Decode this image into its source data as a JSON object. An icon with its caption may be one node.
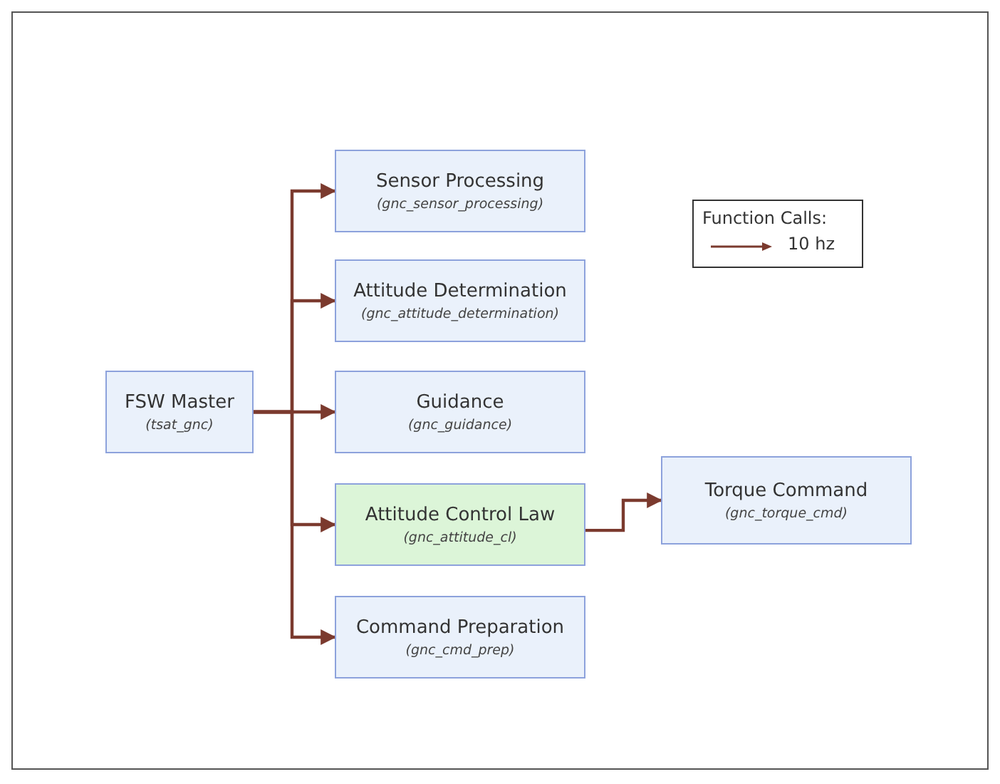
{
  "diagram": {
    "nodes": [
      {
        "text": [
          "FSW Master",
          "(tsat_gnc)"
        ]
      },
      {
        "text": [
          "Sensor Processing",
          "(gnc_sensor_processing)"
        ]
      },
      {
        "text": [
          "Attitude Determination",
          "(gnc_attitude_determination)"
        ]
      },
      {
        "text": [
          "Guidance",
          "(gnc_guidance)"
        ]
      },
      {
        "text": [
          "Attitude Control Law",
          "(gnc_attitude_cl)"
        ]
      },
      {
        "text": [
          "Command Preparation",
          "(gnc_cmd_prep)"
        ]
      },
      {
        "text": [
          "Torque Command",
          "(gnc_torque_cmd)"
        ]
      }
    ],
    "edges": [
      {
        "from": 0,
        "to": 1,
        "arrow": "to"
      },
      {
        "from": 0,
        "to": 2,
        "arrow": "to"
      },
      {
        "from": 0,
        "to": 3,
        "arrow": "to"
      },
      {
        "from": 0,
        "to": 4,
        "arrow": "to"
      },
      {
        "from": 0,
        "to": 5,
        "arrow": "to"
      },
      {
        "from": 4,
        "to": 6,
        "arrow": "to"
      }
    ],
    "labels": [
      "Function Calls:"
    ],
    "legend": [
      {
        "text": "10 hz"
      }
    ]
  }
}
